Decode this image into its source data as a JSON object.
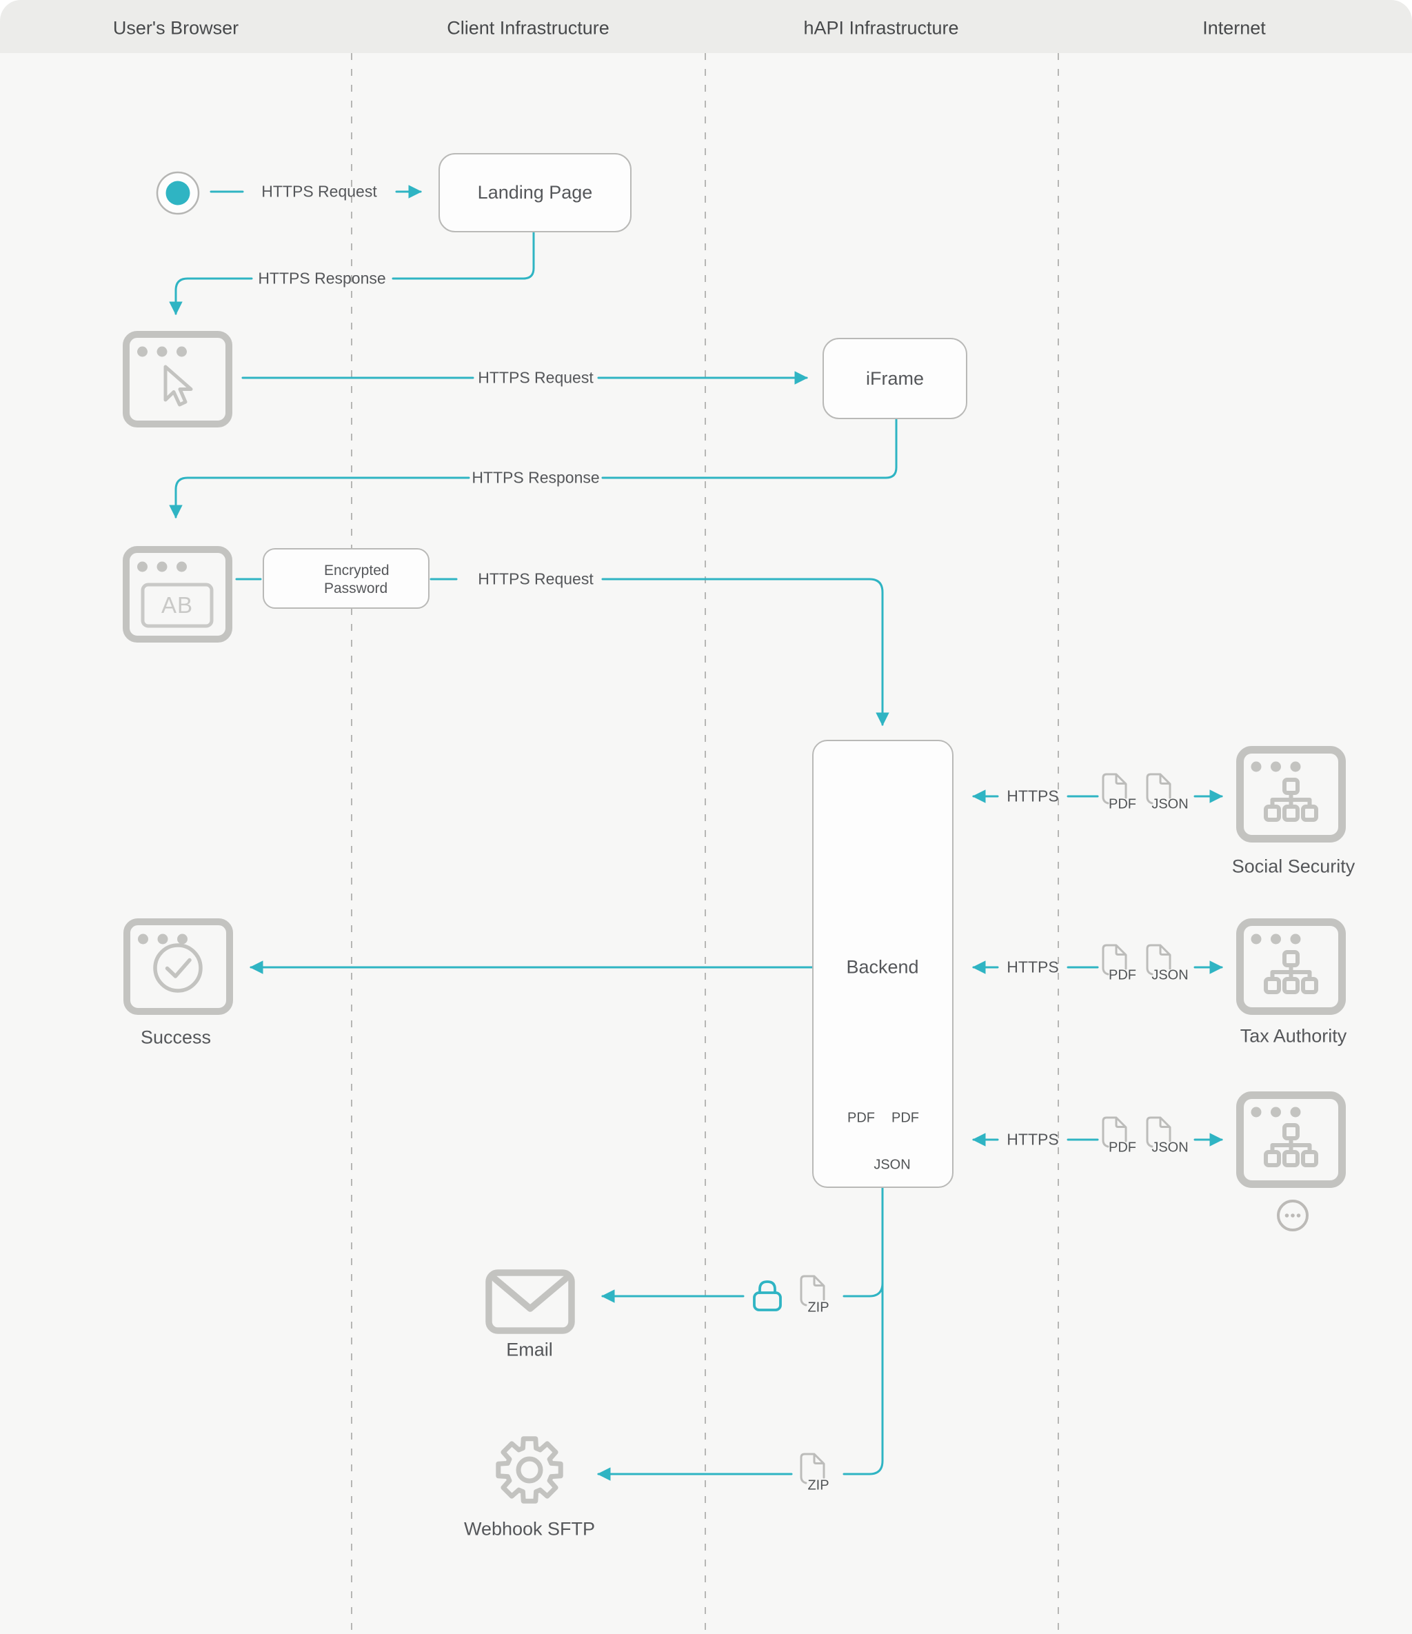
{
  "header": {
    "lanes": [
      "User's Browser",
      "Client Infrastructure",
      "hAPI Infrastructure",
      "Internet"
    ]
  },
  "labels": {
    "https_request": "HTTPS Request",
    "https_response": "HTTPS Response",
    "https": "HTTPS"
  },
  "nodes": {
    "landing_page": "Landing Page",
    "iframe": "iFrame",
    "browser_ab": "AB",
    "encrypted_password": {
      "line1": "Encrypted",
      "line2": "Password"
    },
    "backend": "Backend",
    "success": "Success",
    "social_security": "Social Security",
    "tax_authority": "Tax Authority",
    "email": "Email",
    "webhook_sftp": "Webhook SFTP"
  },
  "files": {
    "pdf": "PDF",
    "json": "JSON",
    "zip": "ZIP"
  },
  "icons": [
    "user-dot-icon",
    "browser-window-icon",
    "cursor-icon",
    "browser-ab-icon",
    "lock-icon",
    "server-icon",
    "file-icon",
    "check-circle-icon",
    "envelope-icon",
    "gear-icon",
    "ellipsis-icon"
  ],
  "colors": {
    "teal": "#2fb4c3",
    "icon-gray": "#c3c3c0",
    "text-dark": "#55575a",
    "border-gray": "#b9b9b7",
    "bg": "#f7f7f6",
    "header-bg": "#ececea"
  }
}
